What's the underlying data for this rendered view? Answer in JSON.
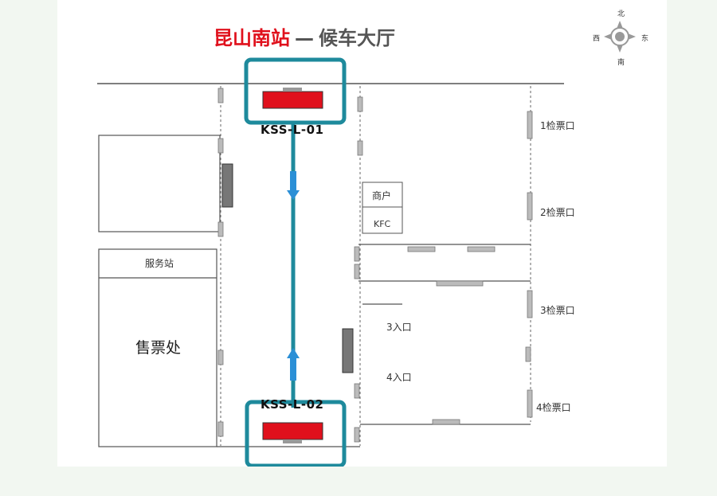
{
  "title": {
    "station": "昆山南站",
    "dash": "—",
    "hall": "候车大厅"
  },
  "compass": {
    "north": "北",
    "south": "南",
    "east": "东",
    "west": "西"
  },
  "labels": {
    "service": "服务站",
    "ticket_office": "售票处",
    "shop": "商户",
    "kfc": "KFC",
    "gate1": "1检票口",
    "gate2": "2检票口",
    "gate3": "3检票口",
    "gate4": "4检票口",
    "entrance3": "3入口",
    "entrance4": "4入口"
  },
  "devices": {
    "top": "KSS-L-01",
    "bottom": "KSS-L-02"
  },
  "colors": {
    "route": "#1e8a9c",
    "highlight": "#1e8a9c",
    "device": "#e0101c",
    "arrow": "#2b8fd6",
    "wall": "#555555"
  }
}
